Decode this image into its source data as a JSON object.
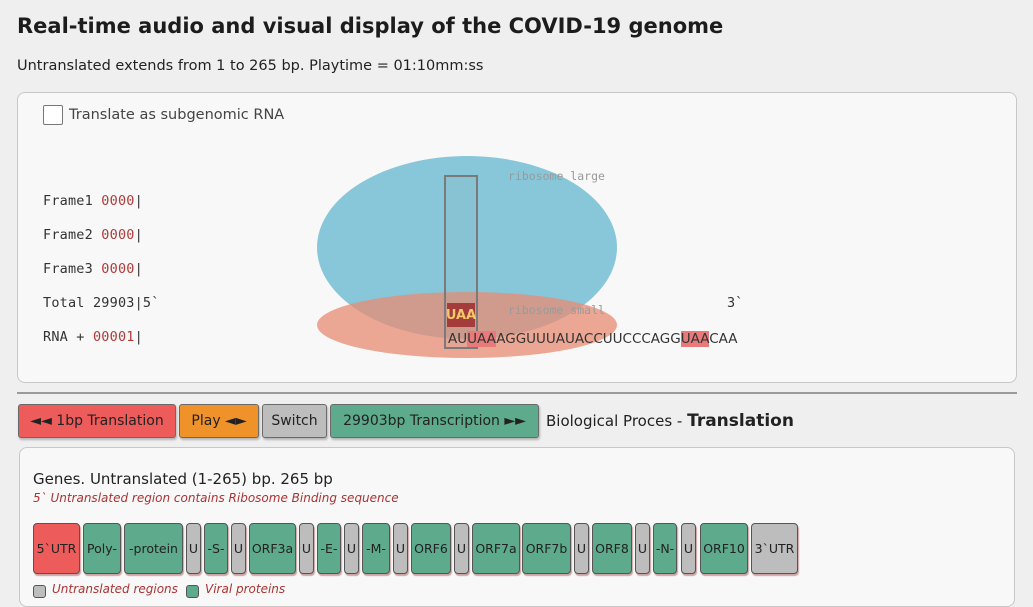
{
  "page": {
    "title": "Real-time audio and visual display of the COVID-19 genome",
    "subtitle": "Untranslated extends from 1 to 265 bp. Playtime = 01:10mm:ss"
  },
  "display": {
    "checkbox_label": "Translate as subgenomic RNA",
    "checkbox_checked": false,
    "frames": [
      {
        "label": "Frame1 ",
        "value": "0000",
        "suffix": "|"
      },
      {
        "label": "Frame2 ",
        "value": "0000",
        "suffix": "|"
      },
      {
        "label": "Frame3 ",
        "value": "0000",
        "suffix": "|"
      }
    ],
    "total_label": "Total 29903|5`",
    "three_prime": "3`",
    "rna_label": "RNA + ",
    "rna_value": "00001",
    "rna_suffix": "|",
    "ribosome_large_label": "ribosome large",
    "ribosome_small_label": "ribosome small",
    "current_codon": "UAA",
    "rna_sequence": {
      "part1": "AU",
      "hl1": "UAA",
      "part2": "AGGUUUAUACCUUCCCAGG",
      "hl2": "UAA",
      "part3": "CAA"
    }
  },
  "controls": {
    "translation_button": "◄◄ 1bp Translation",
    "play_button": "Play ◄►",
    "switch_button": "Switch",
    "transcription_button": "29903bp Transcription ►►",
    "process_label": "Biological Proces - ",
    "process_value": "Translation"
  },
  "genes": {
    "title": "Genes. Untranslated (1-265) bp. 265 bp",
    "note": "5` Untranslated region contains Ribosome Binding sequence",
    "items": [
      "5`UTR",
      "Poly-",
      "-protein",
      "U",
      "-S-",
      "U",
      "ORF3a",
      "U",
      "-E-",
      "U",
      "-M-",
      "U",
      "ORF6",
      "U",
      "ORF7a",
      "ORF7b",
      "U",
      "ORF8",
      "U",
      "-N-",
      "U",
      "ORF10",
      "3`UTR"
    ],
    "legend_untranslated": "Untranslated regions",
    "legend_viral": "Viral proteins"
  },
  "colors": {
    "active_red": "#ee5b5b",
    "viral_green": "#5daa8c",
    "untranslated_gray": "#bdbdbd",
    "play_orange": "#f0922a",
    "ribosome_large": "#74bed3",
    "ribosome_small": "#e88c73"
  }
}
